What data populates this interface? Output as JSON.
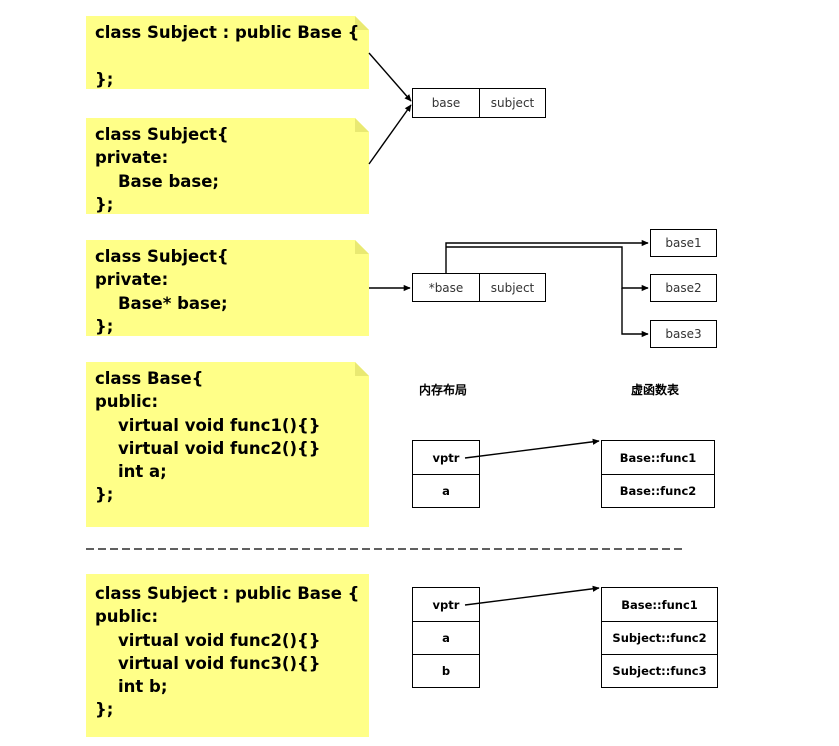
{
  "notes": {
    "inherit_subject": "class Subject : public Base {\n\n};",
    "compose_subject": "class Subject{\nprivate:\n    Base base;\n};",
    "pointer_subject": "class Subject{\nprivate:\n    Base* base;\n};",
    "base_class": "class Base{\npublic:\n    virtual void func1(){}\n    virtual void func2(){}\n    int a;\n};",
    "derived_class": "class Subject : public Base {\npublic:\n    virtual void func2(){}\n    virtual void func3(){}\n    int b;\n};"
  },
  "layout1": {
    "base": "base",
    "subject": "subject"
  },
  "layout2": {
    "ptr": "*base",
    "subject": "subject",
    "targets": [
      "base1",
      "base2",
      "base3"
    ]
  },
  "headers": {
    "memory_layout": "内存布局",
    "vtable": "虚函数表"
  },
  "base_object": {
    "fields": [
      "vptr",
      "a"
    ],
    "vtable": [
      "Base::func1",
      "Base::func2"
    ]
  },
  "derived_object": {
    "fields": [
      "vptr",
      "a",
      "b"
    ],
    "vtable": [
      "Base::func1",
      "Subject::func2",
      "Subject::func3"
    ]
  }
}
